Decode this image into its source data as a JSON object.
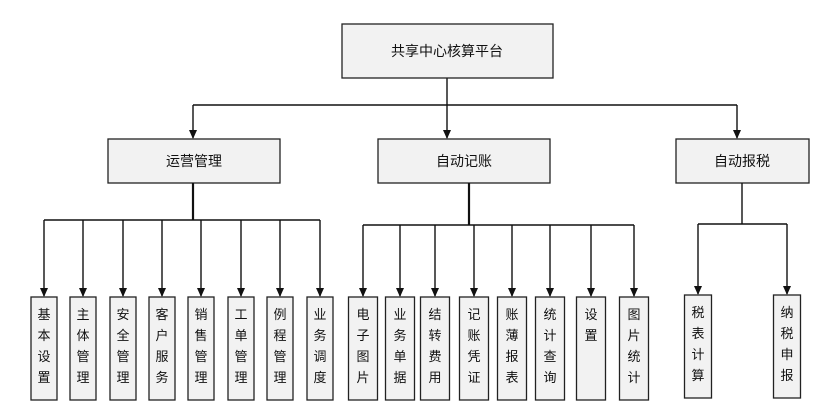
{
  "root": {
    "label": "共享中心核算平台"
  },
  "branches": [
    {
      "label": "运营管理",
      "children": [
        "基本设置",
        "主体管理",
        "安全管理",
        "客户服务",
        "销售管理",
        "工单管理",
        "例程管理",
        "业务调度"
      ]
    },
    {
      "label": "自动记账",
      "children": [
        "电子图片",
        "业务单据",
        "结转费用",
        "记账凭证",
        "账薄报表",
        "统计查询",
        "设置",
        "图片统计"
      ]
    },
    {
      "label": "自动报税",
      "children": [
        "税表计算",
        "纳税申报"
      ]
    }
  ]
}
